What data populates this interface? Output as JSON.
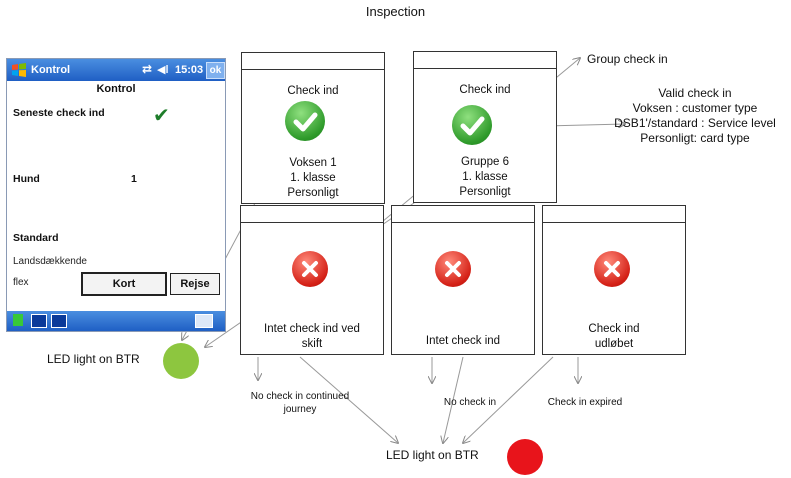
{
  "title": "Inspection",
  "phone": {
    "app_name": "Kontrol",
    "time": "15:03",
    "ok_label": "ok",
    "heading": "Kontrol",
    "label_checkin": "Seneste check ind",
    "label_hund": "Hund",
    "value_hund": "1",
    "label_standard": "Standard",
    "label_landsdaekkende": "Landsdækkende",
    "label_flex": "flex",
    "button_kort": "Kort",
    "button_rejse": "Rejse"
  },
  "cards": [
    {
      "lines": [
        "Check ind",
        "Voksen 1",
        "1. klasse",
        "Personligt"
      ],
      "status": "valid"
    },
    {
      "lines": [
        "Check ind",
        "Gruppe 6",
        "1. klasse",
        "Personligt"
      ],
      "status": "valid"
    },
    {
      "lines": [
        "Intet check ind ved",
        "skift"
      ],
      "status": "invalid"
    },
    {
      "lines": [
        "Intet check ind"
      ],
      "status": "invalid"
    },
    {
      "lines": [
        "Check ind",
        "udløbet"
      ],
      "status": "invalid"
    }
  ],
  "annotations": {
    "group_check_in": "Group check in",
    "valid_check_in": [
      "Valid check in",
      "Voksen : customer type",
      "DSB1'/standard : Service level",
      "Personligt: card type"
    ],
    "no_check_continued": [
      "No check in continued",
      "journey"
    ],
    "no_check_in": "No check in",
    "check_in_expired": "Check in expired",
    "led_green_label": "LED light on BTR",
    "led_red_label": "LED light on BTR"
  },
  "colors": {
    "led_green": "#8dc63f",
    "led_red": "#e8141b",
    "titlebar": "#1f5fc4"
  },
  "icons": [
    "windows-flag-icon",
    "sync-icon",
    "speaker-icon",
    "checkmark-icon",
    "ok-circle-icon",
    "error-circle-icon"
  ]
}
